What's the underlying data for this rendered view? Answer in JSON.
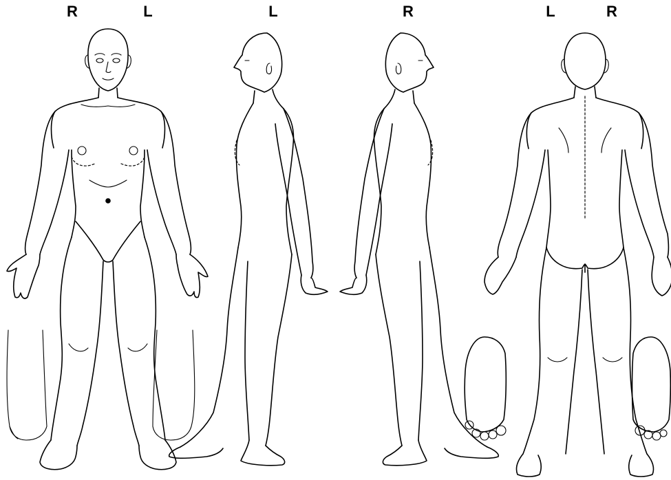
{
  "labels": {
    "front_right": "R",
    "front_left": "L",
    "left_side": "L",
    "right_side": "R",
    "back_left": "L",
    "back_right": "R"
  }
}
